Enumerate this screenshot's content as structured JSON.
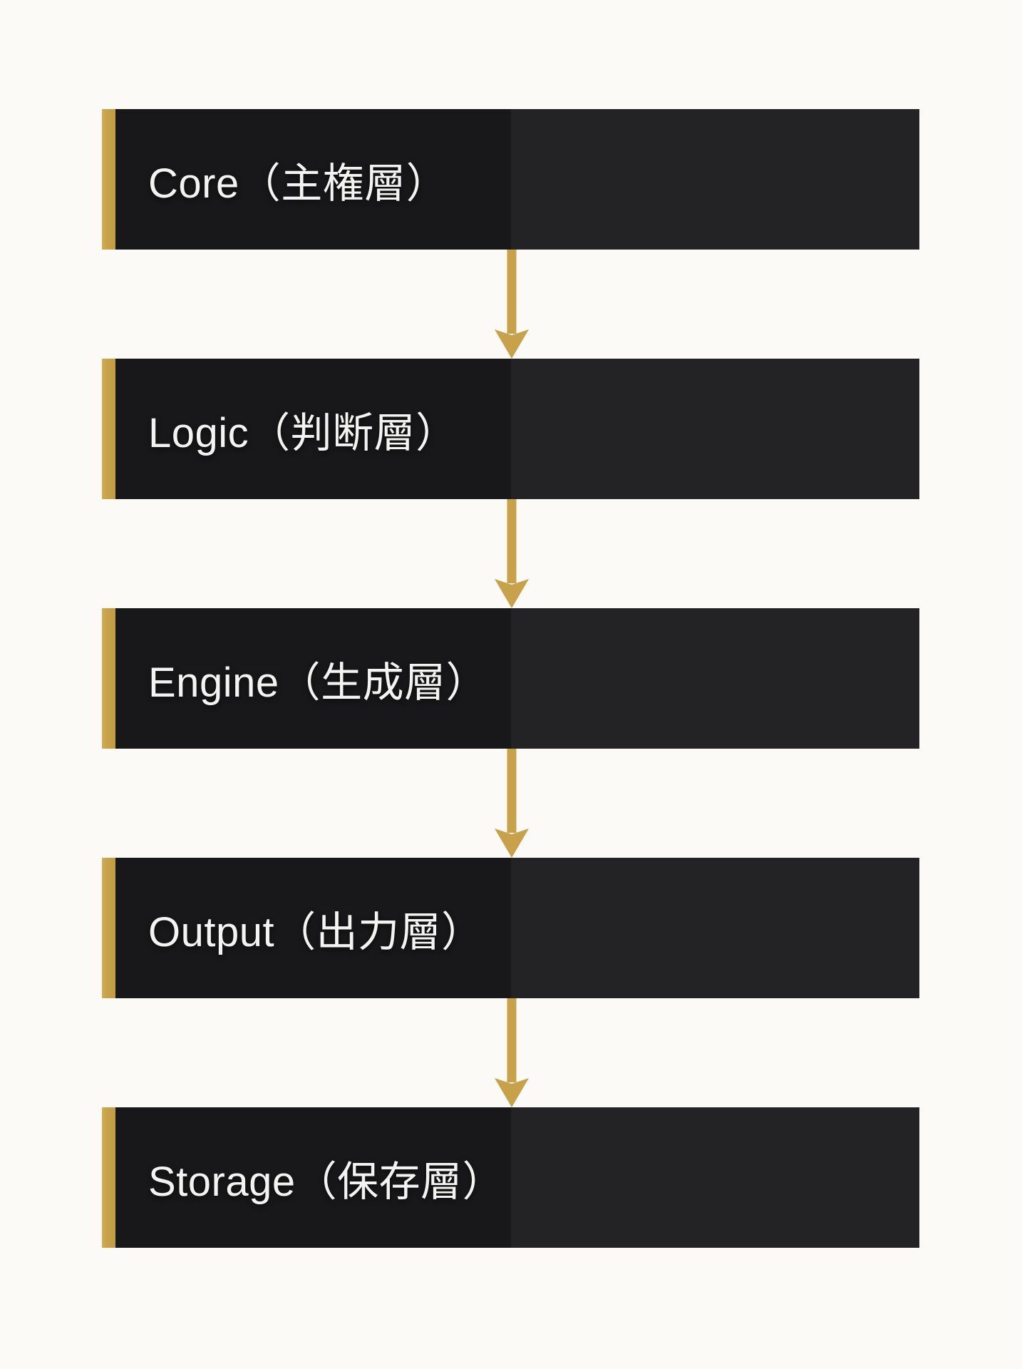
{
  "diagram": {
    "layers": [
      {
        "label": "Core（主権層）"
      },
      {
        "label": "Logic（判断層）"
      },
      {
        "label": "Engine（生成層）"
      },
      {
        "label": "Output（出力層）"
      },
      {
        "label": "Storage（保存層）"
      }
    ],
    "colors": {
      "background": "#fbfaf7",
      "accent_gold": "#c7a24a",
      "bar_dark_left": "#18181a",
      "bar_dark_right": "#232325",
      "label_text": "#f3f3f2"
    }
  }
}
